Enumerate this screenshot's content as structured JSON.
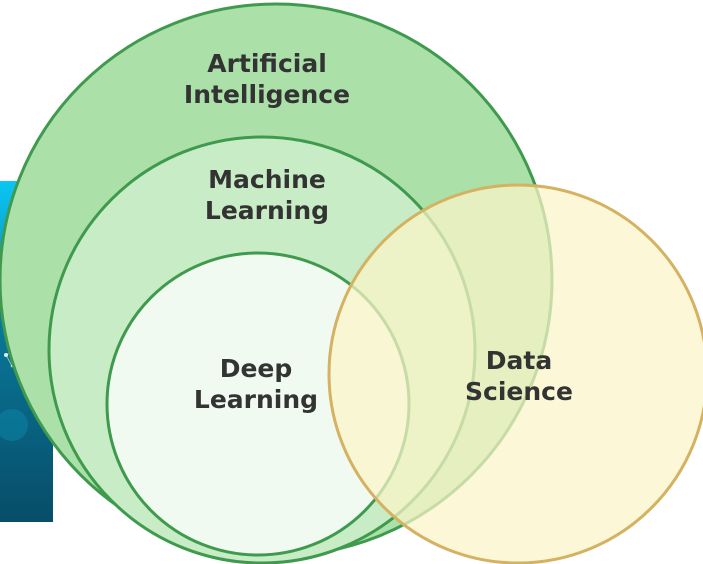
{
  "diagram": {
    "circles": {
      "artificial_intelligence": {
        "line1": "Artificial",
        "line2": "Intelligence"
      },
      "machine_learning": {
        "line1": "Machine",
        "line2": "Learning"
      },
      "deep_learning": {
        "line1": "Deep",
        "line2": "Learning"
      },
      "data_science": {
        "line1": "Data",
        "line2": "Science"
      }
    },
    "colors": {
      "ai_fill": "#abe0a9",
      "ml_fill": "#c8ecc5",
      "dl_fill": "#f1faf0",
      "green_stroke": "#3f9a4e",
      "ds_fill": "#fbf4c8",
      "ds_stroke": "#d4b262",
      "label": "#333333"
    }
  }
}
